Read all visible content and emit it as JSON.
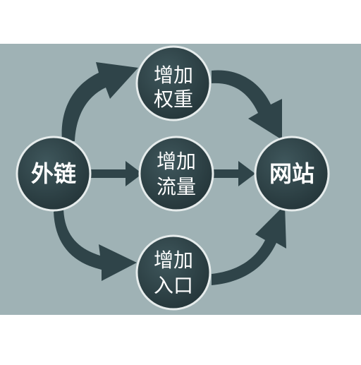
{
  "colors": {
    "panel_background": "#9fb2b5",
    "page_background": "#ffffff",
    "node_fill": "#2f4449",
    "arrow_fill": "#2f4449",
    "node_text": "#ffffff",
    "node_outline": "#e6ecec"
  },
  "nodes": {
    "source": {
      "label": "外链"
    },
    "target": {
      "label": "网站"
    },
    "weight": {
      "line1": "增加",
      "line2": "权重"
    },
    "traffic": {
      "line1": "增加",
      "line2": "流量"
    },
    "entry": {
      "line1": "增加",
      "line2": "入口"
    }
  }
}
